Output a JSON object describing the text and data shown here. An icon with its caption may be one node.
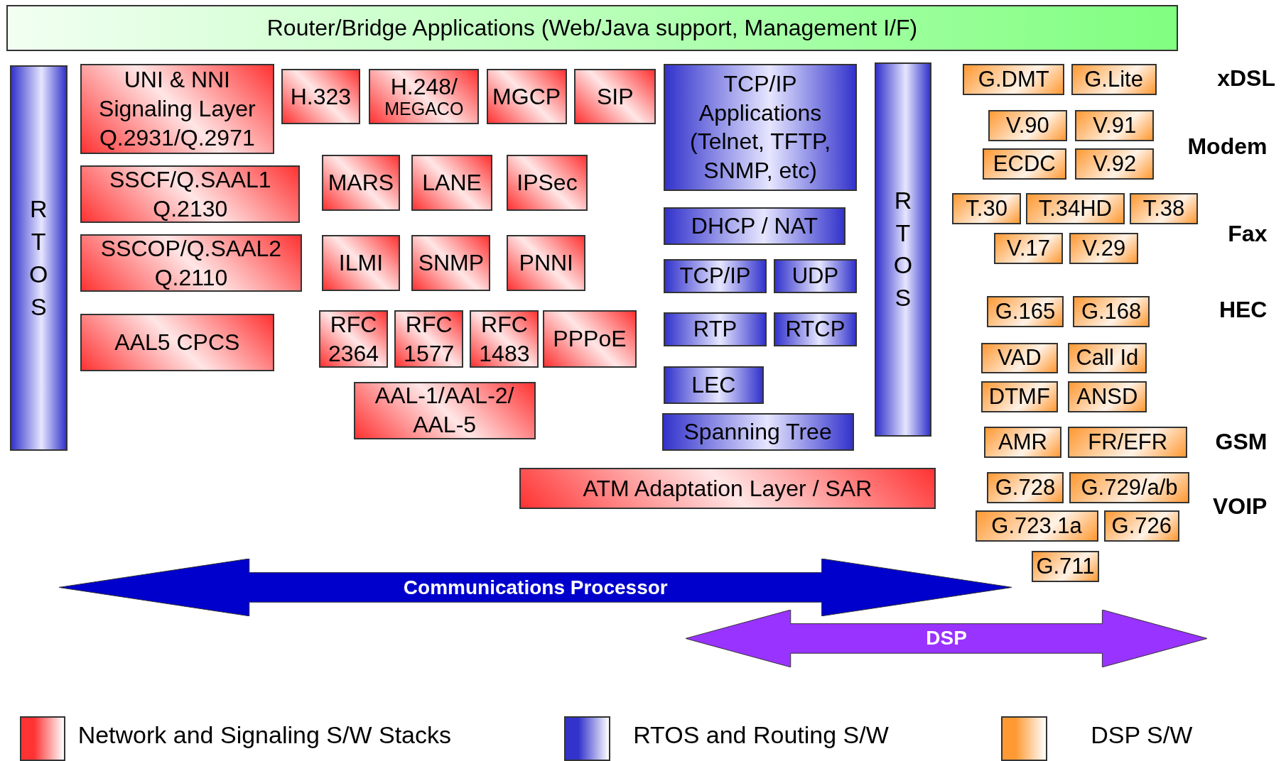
{
  "diagram": {
    "nodes": [
      {
        "text": [
          "Router/Bridge Applications (Web/Java support, Management I/F)"
        ]
      },
      {
        "text": [
          "RTOS"
        ]
      },
      {
        "text": [
          "UNI & NNI Signaling Layer Q.2931/Q.2971"
        ]
      },
      {
        "text": [
          "H.323"
        ]
      },
      {
        "text": [
          "H.248/",
          "MEGACO"
        ]
      },
      {
        "text": [
          "MGCP"
        ]
      },
      {
        "text": [
          "SIP"
        ]
      },
      {
        "text": [
          "TCP/IP Applications (Telnet, TFTP, SNMP, etc)"
        ]
      },
      {
        "text": [
          "RTOS"
        ]
      },
      {
        "text": [
          "SSCF/Q.SAAL1 Q.2130"
        ]
      },
      {
        "text": [
          "MARS"
        ]
      },
      {
        "text": [
          "LANE"
        ]
      },
      {
        "text": [
          "IPSec"
        ]
      },
      {
        "text": [
          "DHCP / NAT"
        ]
      },
      {
        "text": [
          "SSCOP/Q.SAAL2 Q.2110"
        ]
      },
      {
        "text": [
          "ILMI"
        ]
      },
      {
        "text": [
          "SNMP"
        ]
      },
      {
        "text": [
          "PNNI"
        ]
      },
      {
        "text": [
          "TCP/IP"
        ]
      },
      {
        "text": [
          "UDP"
        ]
      },
      {
        "text": [
          "AAL5 CPCS"
        ]
      },
      {
        "text": [
          "RFC 2364"
        ]
      },
      {
        "text": [
          "RFC 1577"
        ]
      },
      {
        "text": [
          "RFC 1483"
        ]
      },
      {
        "text": [
          "PPPoE"
        ]
      },
      {
        "text": [
          "RTP"
        ]
      },
      {
        "text": [
          "RTCP"
        ]
      },
      {
        "text": [
          "LEC"
        ]
      },
      {
        "text": [
          "AAL-1/AAL-2/ AAL-5"
        ]
      },
      {
        "text": [
          "Spanning Tree"
        ]
      },
      {
        "text": [
          "ATM Adaptation Layer / SAR"
        ]
      },
      {
        "text": [
          "G.DMT"
        ]
      },
      {
        "text": [
          "G.Lite"
        ]
      },
      {
        "text": [
          "V.90"
        ]
      },
      {
        "text": [
          "V.91"
        ]
      },
      {
        "text": [
          "ECDC"
        ]
      },
      {
        "text": [
          "V.92"
        ]
      },
      {
        "text": [
          "T.30"
        ]
      },
      {
        "text": [
          "T.34HD"
        ]
      },
      {
        "text": [
          "T.38"
        ]
      },
      {
        "text": [
          "V.17"
        ]
      },
      {
        "text": [
          "V.29"
        ]
      },
      {
        "text": [
          "G.165"
        ]
      },
      {
        "text": [
          "G.168"
        ]
      },
      {
        "text": [
          "VAD"
        ]
      },
      {
        "text": [
          "Call Id"
        ]
      },
      {
        "text": [
          "DTMF"
        ]
      },
      {
        "text": [
          "ANSD"
        ]
      },
      {
        "text": [
          "AMR"
        ]
      },
      {
        "text": [
          "FR/EFR"
        ]
      },
      {
        "text": [
          "G.728"
        ]
      },
      {
        "text": [
          "G.729/a/b"
        ]
      },
      {
        "text": [
          "G.723.1a"
        ]
      },
      {
        "text": [
          "G.726"
        ]
      },
      {
        "text": [
          "G.711"
        ]
      },
      {
        "text": [
          "Communications Processor"
        ]
      },
      {
        "text": [
          "DSP"
        ]
      }
    ],
    "labels": [
      "xDSL",
      "Modem",
      "Fax",
      "HEC",
      "GSM",
      "VOIP"
    ],
    "legend": [
      {
        "text": "Network and Signaling S/W Stacks",
        "color": "#ff3333"
      },
      {
        "text": "RTOS and Routing S/W",
        "color": "#3333cc"
      },
      {
        "text": "DSP S/W",
        "color": "#ff9933"
      }
    ]
  }
}
